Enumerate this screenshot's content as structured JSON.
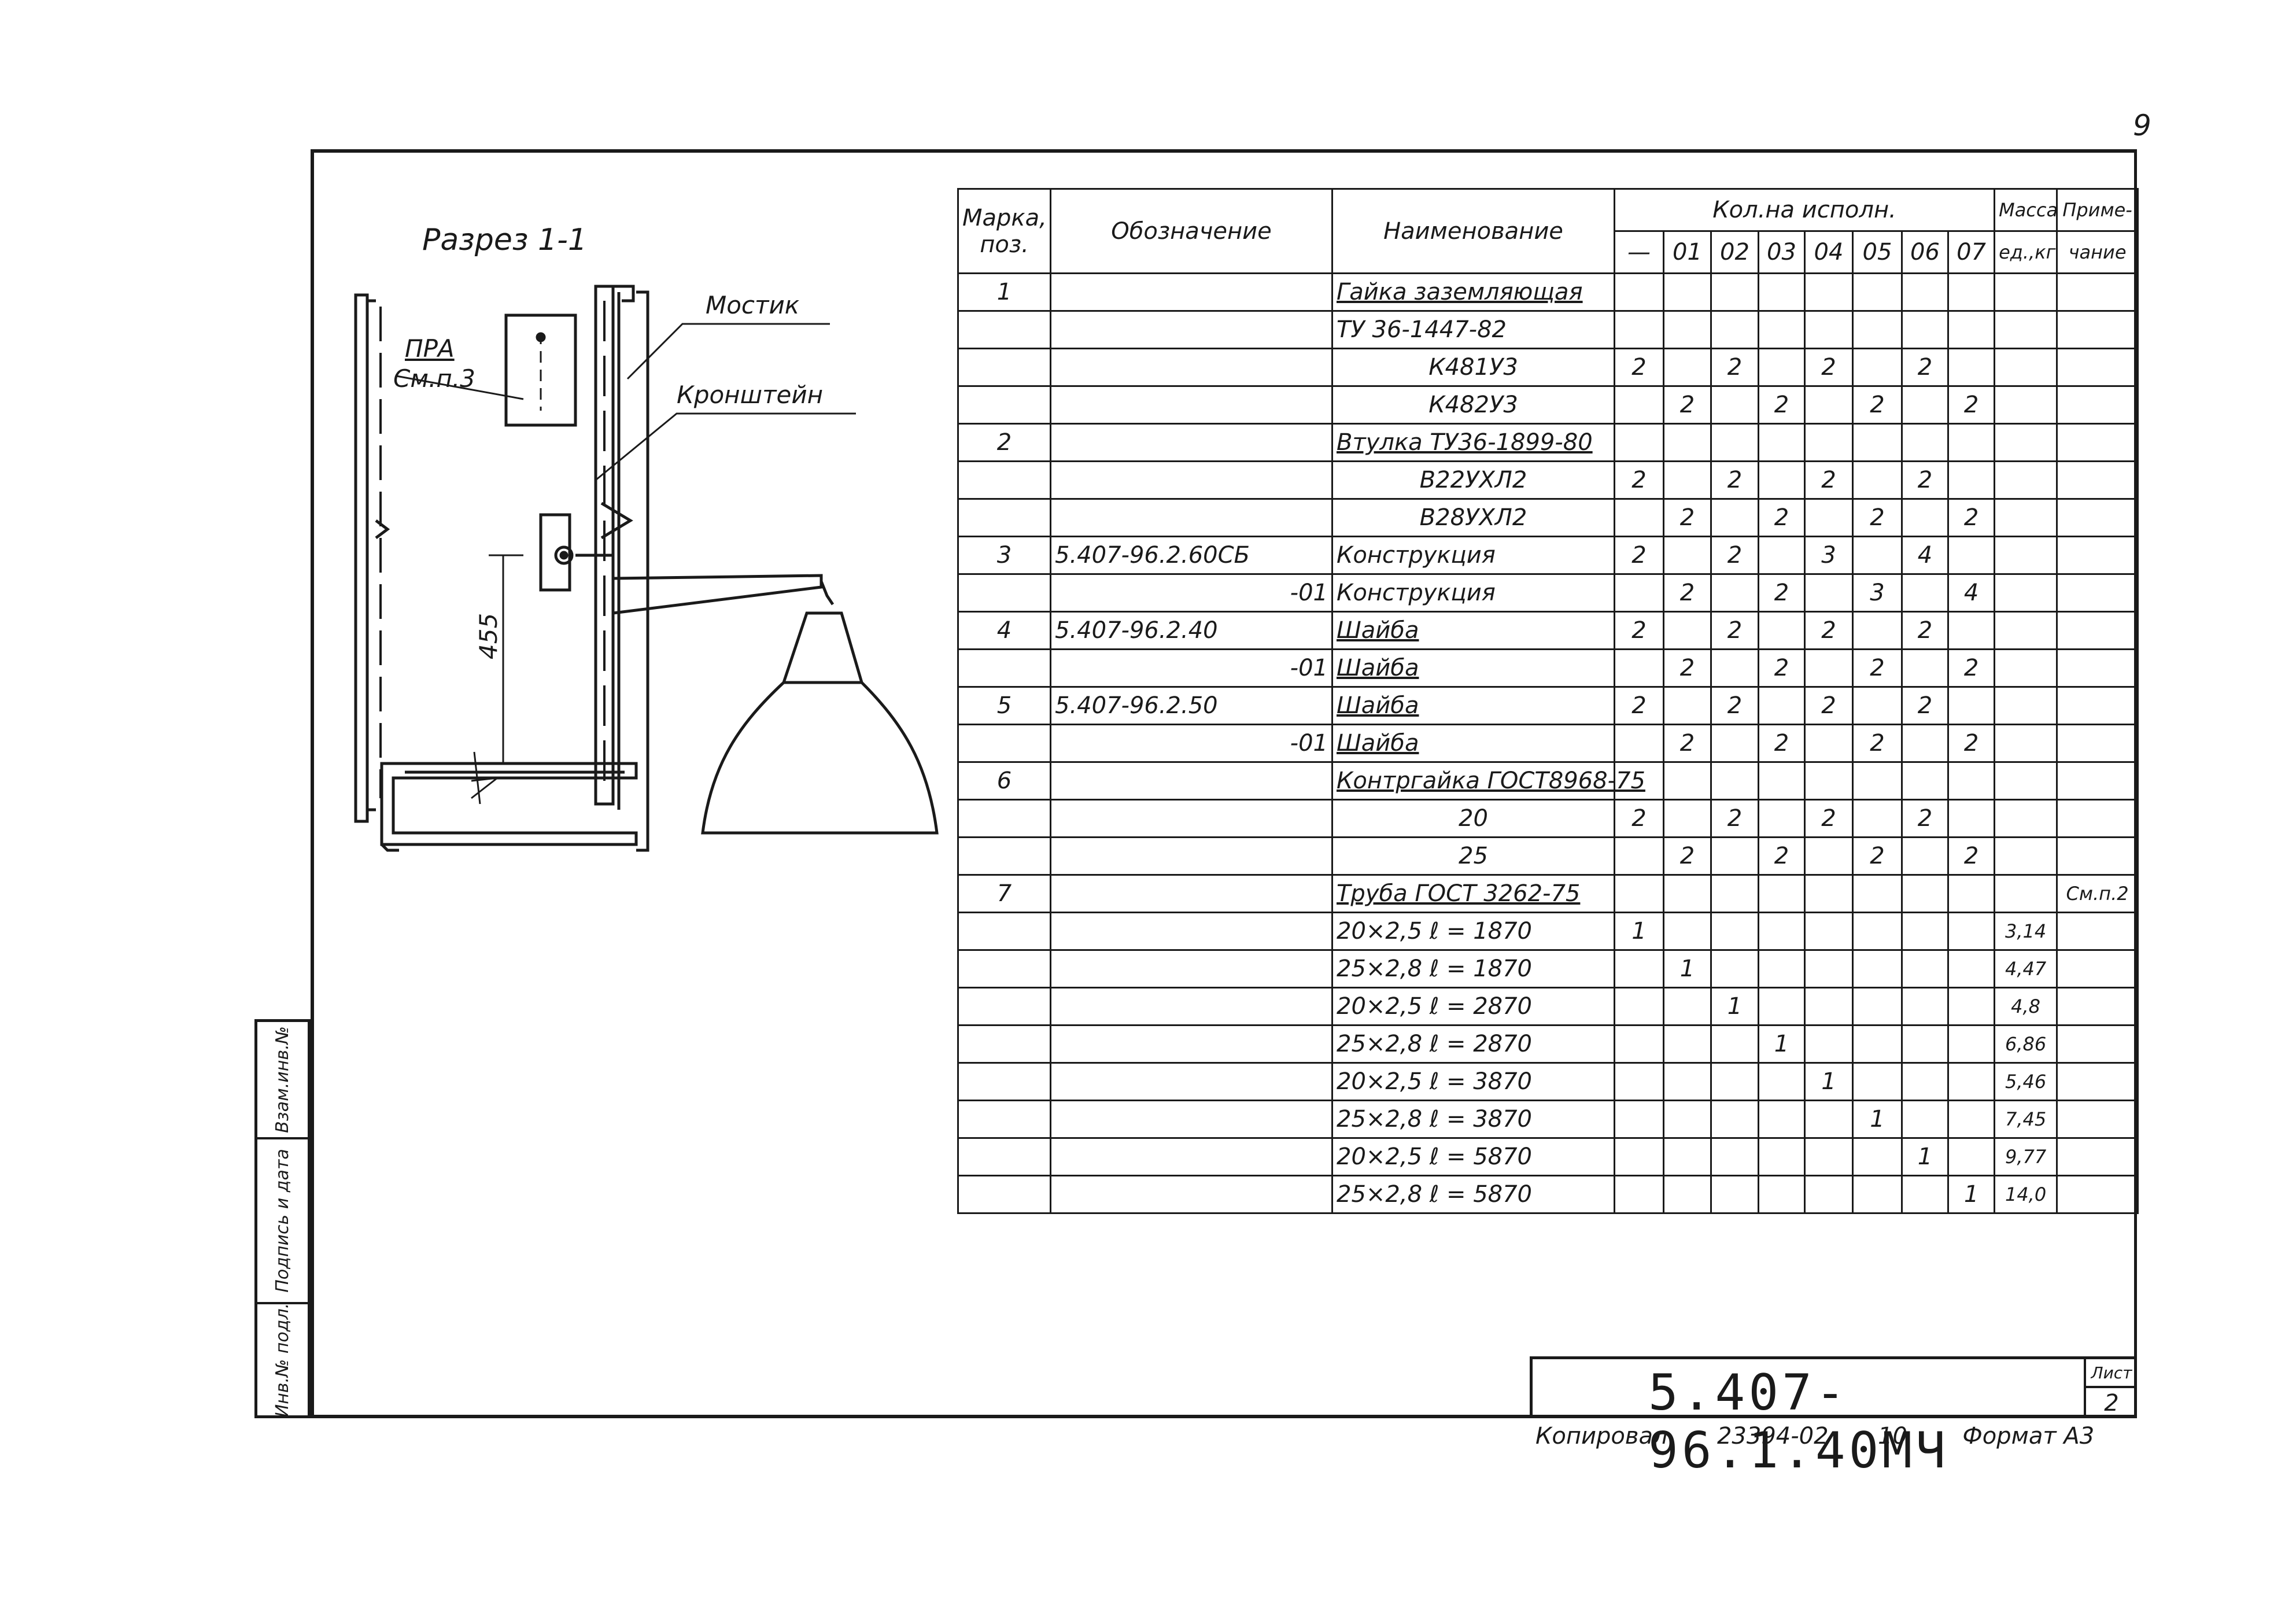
{
  "sheet_number": "9",
  "section_title": "Разрез 1-1",
  "drawing_labels": {
    "most": "Мостик",
    "kronshtein": "Кронштейн",
    "pra": "ПРА",
    "pra_ref": "См.п.3",
    "dimension": "455"
  },
  "side_strip": {
    "vzam": "Взам.инв.№",
    "podpis": "Подпись и дата",
    "inv": "Инв.№ подл."
  },
  "table": {
    "header": {
      "marka": "Марка,",
      "poz": "поз.",
      "oboznachenie": "Обозначение",
      "naimenovanie": "Наименование",
      "kol": "Кол.на исполн.",
      "cols": [
        "—",
        "01",
        "02",
        "03",
        "04",
        "05",
        "06",
        "07"
      ],
      "massa_1": "Масса",
      "massa_2": "ед.,кг",
      "prim_1": "Приме-",
      "prim_2": "чание"
    },
    "rows": [
      {
        "poz": "1",
        "obozn": "",
        "name": "Гайка заземляющая",
        "q": [
          "",
          "",
          "",
          "",
          "",
          "",
          "",
          ""
        ],
        "mass": "",
        "prim": ""
      },
      {
        "poz": "",
        "obozn": "",
        "name": "ТУ 36-1447-82",
        "q": [
          "",
          "",
          "",
          "",
          "",
          "",
          "",
          ""
        ],
        "mass": "",
        "prim": ""
      },
      {
        "poz": "",
        "obozn": "",
        "name": "К481У3",
        "q": [
          "2",
          "",
          "2",
          "",
          "2",
          "",
          "2",
          ""
        ],
        "mass": "",
        "prim": ""
      },
      {
        "poz": "",
        "obozn": "",
        "name": "К482У3",
        "q": [
          "",
          "2",
          "",
          "2",
          "",
          "2",
          "",
          "2"
        ],
        "mass": "",
        "prim": ""
      },
      {
        "poz": "2",
        "obozn": "",
        "name": "Втулка ТУ36-1899-80",
        "q": [
          "",
          "",
          "",
          "",
          "",
          "",
          "",
          ""
        ],
        "mass": "",
        "prim": ""
      },
      {
        "poz": "",
        "obozn": "",
        "name": "В22УХЛ2",
        "q": [
          "2",
          "",
          "2",
          "",
          "2",
          "",
          "2",
          ""
        ],
        "mass": "",
        "prim": ""
      },
      {
        "poz": "",
        "obozn": "",
        "name": "В28УХЛ2",
        "q": [
          "",
          "2",
          "",
          "2",
          "",
          "2",
          "",
          "2"
        ],
        "mass": "",
        "prim": ""
      },
      {
        "poz": "3",
        "obozn": "5.407-96.2.60СБ",
        "name": "Конструкция",
        "q": [
          "2",
          "",
          "2",
          "",
          "3",
          "",
          "4",
          ""
        ],
        "mass": "",
        "prim": ""
      },
      {
        "poz": "",
        "obozn": "-01",
        "name": "Конструкция",
        "q": [
          "",
          "2",
          "",
          "2",
          "",
          "3",
          "",
          "4"
        ],
        "mass": "",
        "prim": ""
      },
      {
        "poz": "4",
        "obozn": "5.407-96.2.40",
        "name": "Шайба",
        "q": [
          "2",
          "",
          "2",
          "",
          "2",
          "",
          "2",
          ""
        ],
        "mass": "",
        "prim": ""
      },
      {
        "poz": "",
        "obozn": "-01",
        "name": "Шайба",
        "q": [
          "",
          "2",
          "",
          "2",
          "",
          "2",
          "",
          "2"
        ],
        "mass": "",
        "prim": ""
      },
      {
        "poz": "5",
        "obozn": "5.407-96.2.50",
        "name": "Шайба",
        "q": [
          "2",
          "",
          "2",
          "",
          "2",
          "",
          "2",
          ""
        ],
        "mass": "",
        "prim": ""
      },
      {
        "poz": "",
        "obozn": "-01",
        "name": "Шайба",
        "q": [
          "",
          "2",
          "",
          "2",
          "",
          "2",
          "",
          "2"
        ],
        "mass": "",
        "prim": ""
      },
      {
        "poz": "6",
        "obozn": "",
        "name": "Контргайка ГОСТ8968-75",
        "q": [
          "",
          "",
          "",
          "",
          "",
          "",
          "",
          ""
        ],
        "mass": "",
        "prim": ""
      },
      {
        "poz": "",
        "obozn": "",
        "name": "20",
        "q": [
          "2",
          "",
          "2",
          "",
          "2",
          "",
          "2",
          ""
        ],
        "mass": "",
        "prim": ""
      },
      {
        "poz": "",
        "obozn": "",
        "name": "25",
        "q": [
          "",
          "2",
          "",
          "2",
          "",
          "2",
          "",
          "2"
        ],
        "mass": "",
        "prim": ""
      },
      {
        "poz": "7",
        "obozn": "",
        "name": "Труба ГОСТ 3262-75",
        "q": [
          "",
          "",
          "",
          "",
          "",
          "",
          "",
          ""
        ],
        "mass": "",
        "prim": "См.п.2"
      },
      {
        "poz": "",
        "obozn": "",
        "name": "20×2,5   ℓ = 1870",
        "q": [
          "1",
          "",
          "",
          "",
          "",
          "",
          "",
          ""
        ],
        "mass": "3,14",
        "prim": ""
      },
      {
        "poz": "",
        "obozn": "",
        "name": "25×2,8   ℓ = 1870",
        "q": [
          "",
          "1",
          "",
          "",
          "",
          "",
          "",
          ""
        ],
        "mass": "4,47",
        "prim": ""
      },
      {
        "poz": "",
        "obozn": "",
        "name": "20×2,5   ℓ = 2870",
        "q": [
          "",
          "",
          "1",
          "",
          "",
          "",
          "",
          ""
        ],
        "mass": "4,8",
        "prim": ""
      },
      {
        "poz": "",
        "obozn": "",
        "name": "25×2,8   ℓ = 2870",
        "q": [
          "",
          "",
          "",
          "1",
          "",
          "",
          "",
          ""
        ],
        "mass": "6,86",
        "prim": ""
      },
      {
        "poz": "",
        "obozn": "",
        "name": "20×2,5   ℓ = 3870",
        "q": [
          "",
          "",
          "",
          "",
          "1",
          "",
          "",
          ""
        ],
        "mass": "5,46",
        "prim": ""
      },
      {
        "poz": "",
        "obozn": "",
        "name": "25×2,8   ℓ = 3870",
        "q": [
          "",
          "",
          "",
          "",
          "",
          "1",
          "",
          ""
        ],
        "mass": "7,45",
        "prim": ""
      },
      {
        "poz": "",
        "obozn": "",
        "name": "20×2,5   ℓ = 5870",
        "q": [
          "",
          "",
          "",
          "",
          "",
          "",
          "1",
          ""
        ],
        "mass": "9,77",
        "prim": ""
      },
      {
        "poz": "",
        "obozn": "",
        "name": "25×2,8   ℓ = 5870",
        "q": [
          "",
          "",
          "",
          "",
          "",
          "",
          "",
          "1"
        ],
        "mass": "14,0",
        "prim": ""
      }
    ]
  },
  "title_block": {
    "doc_code": "5.407-96.1.40МЧ",
    "sheet_label": "Лист",
    "sheet_value": "2"
  },
  "footer": {
    "copied": "Копировал",
    "order": "23394-02",
    "num": "10",
    "format": "Формат А3"
  }
}
